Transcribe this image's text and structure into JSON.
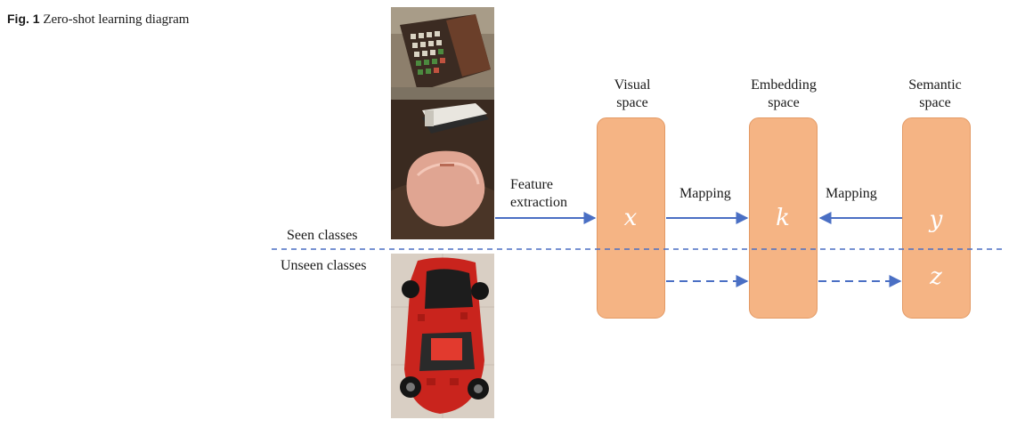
{
  "caption": {
    "figure_label": "Fig. 1",
    "text": "Zero-shot learning diagram"
  },
  "row_labels": {
    "seen": "Seen classes",
    "unseen": "Unseen classes"
  },
  "spaces": [
    {
      "id": "visual",
      "title_line1": "Visual",
      "title_line2": "space",
      "variables": [
        "x"
      ]
    },
    {
      "id": "embedding",
      "title_line1": "Embedding",
      "title_line2": "space",
      "variables": [
        "k"
      ]
    },
    {
      "id": "semantic",
      "title_line1": "Semantic",
      "title_line2": "space",
      "variables": [
        "y",
        "z"
      ]
    }
  ],
  "arrows": {
    "feature_line1": "Feature",
    "feature_line2": "extraction",
    "mapping_1": "Mapping",
    "mapping_2": "Mapping"
  },
  "colors": {
    "box_fill": "#f5b484",
    "box_border": "#e39a65",
    "arrow": "#4a6fc4",
    "divider": "#4a6fc4"
  }
}
